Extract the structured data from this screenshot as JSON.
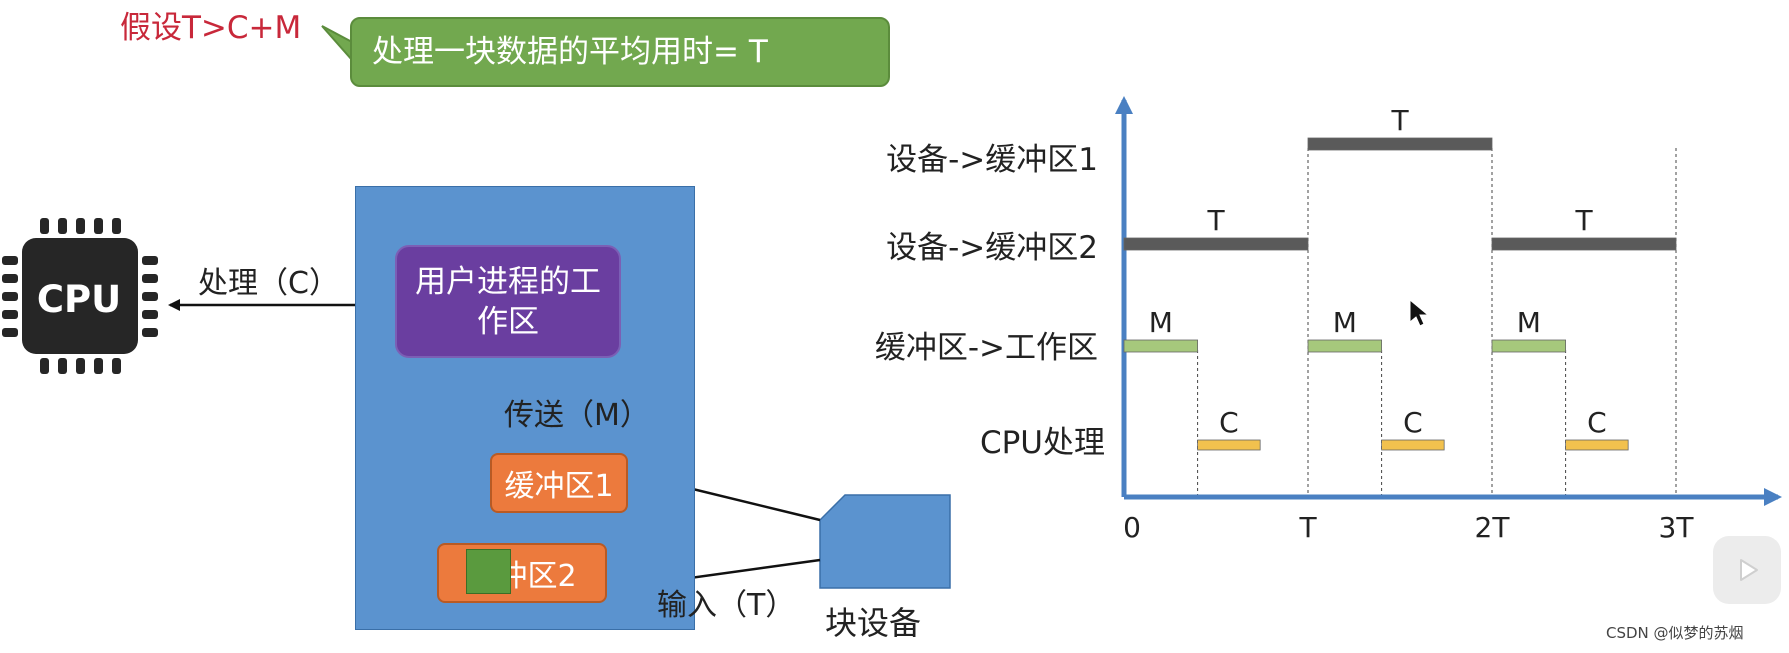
{
  "assumption": "假设T>C+M",
  "callout_text": "处理一块数据的平均用时= T",
  "cpu": {
    "label": "CPU",
    "process_label": "处理（C）"
  },
  "memory": {
    "work_area": "用户进程的工作区",
    "buffer1": "缓冲区1",
    "buffer2": "缓冲区2",
    "transfer_label": "传送（M）"
  },
  "device": {
    "label": "块设备",
    "input_label": "输入（T）"
  },
  "timeline": {
    "rows": [
      "设备->缓冲区1",
      "设备->缓冲区2",
      "缓冲区->工作区",
      "CPU处理"
    ],
    "ticks": [
      "0",
      "T",
      "2T",
      "3T"
    ],
    "seg_T": "T",
    "seg_M": "M",
    "seg_C": "C"
  },
  "colors": {
    "red": "#c8283a",
    "callout_green": "#72a84f",
    "memory_blue": "#5b93cf",
    "work_purple": "#6a3ea0",
    "buffer_orange": "#ec7a3d",
    "axis_blue": "#4a80c2",
    "bar_gray": "#5a5a5a",
    "bar_green": "#a6c87c",
    "bar_yellow": "#f2c14e"
  },
  "watermark": "CSDN @似梦的苏烟"
}
